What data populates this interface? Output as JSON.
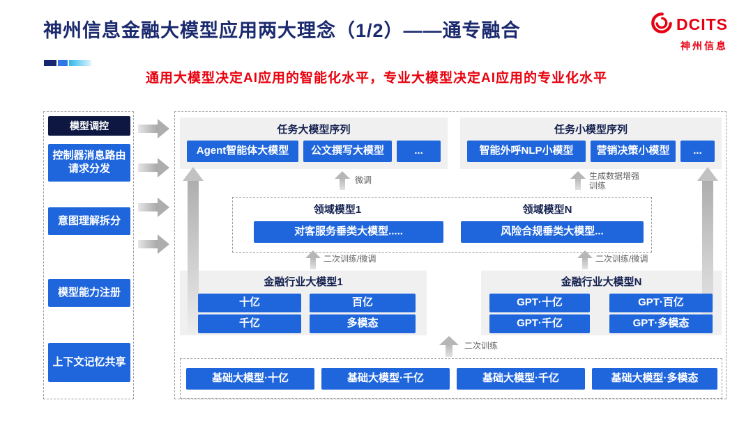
{
  "slide": {
    "title": "神州信息金融大模型应用两大理念（1/2）——通专融合",
    "subtitle": "通用大模型决定AI应用的智能化水平，专业大模型决定AI应用的专业化水平",
    "logo": {
      "brand": "DCITS",
      "company": "神州信息"
    }
  },
  "sidebar": {
    "title": "模型调控",
    "items": [
      {
        "label": "控制器消息路由请求分发"
      },
      {
        "label": "意图理解拆分"
      },
      {
        "label": "模型能力注册"
      },
      {
        "label": "上下文记忆共享"
      }
    ]
  },
  "task_large": {
    "title": "任务大模型序列",
    "items": [
      "Agent智能体大模型",
      "公文撰写大模型",
      "..."
    ]
  },
  "task_small": {
    "title": "任务小模型序列",
    "items": [
      "智能外呼NLP小模型",
      "营销决策小模型",
      "..."
    ]
  },
  "domain": {
    "left_title": "领域模型1",
    "left_item": "对客服务垂类大模型.....",
    "right_title": "领域模型N",
    "right_item": "风险合规垂类大模型..."
  },
  "industry_left": {
    "title": "金融行业大模型1",
    "items": [
      "十亿",
      "百亿",
      "千亿",
      "多模态"
    ]
  },
  "industry_right": {
    "title": "金融行业大模型N",
    "items": [
      "GPT·十亿",
      "GPT·百亿",
      "GPT·千亿",
      "GPT·多模态"
    ]
  },
  "base": {
    "items": [
      "基础大模型·十亿",
      "基础大模型·千亿",
      "基础大模型·千亿",
      "基础大模型·多模态"
    ]
  },
  "labels": {
    "finetune": "微调",
    "data_augment": "生成数据增强训练",
    "retrain_finetune_left": "二次训练/微调",
    "retrain_finetune_right": "二次训练/微调",
    "retrain": "二次训练"
  },
  "colors": {
    "accent_blue": "#1f66dd",
    "navy_title": "#1b2a6e",
    "dark_navy_header": "#0d1742",
    "brand_red": "#e60012",
    "panel_gray": "#f0f0f0"
  }
}
